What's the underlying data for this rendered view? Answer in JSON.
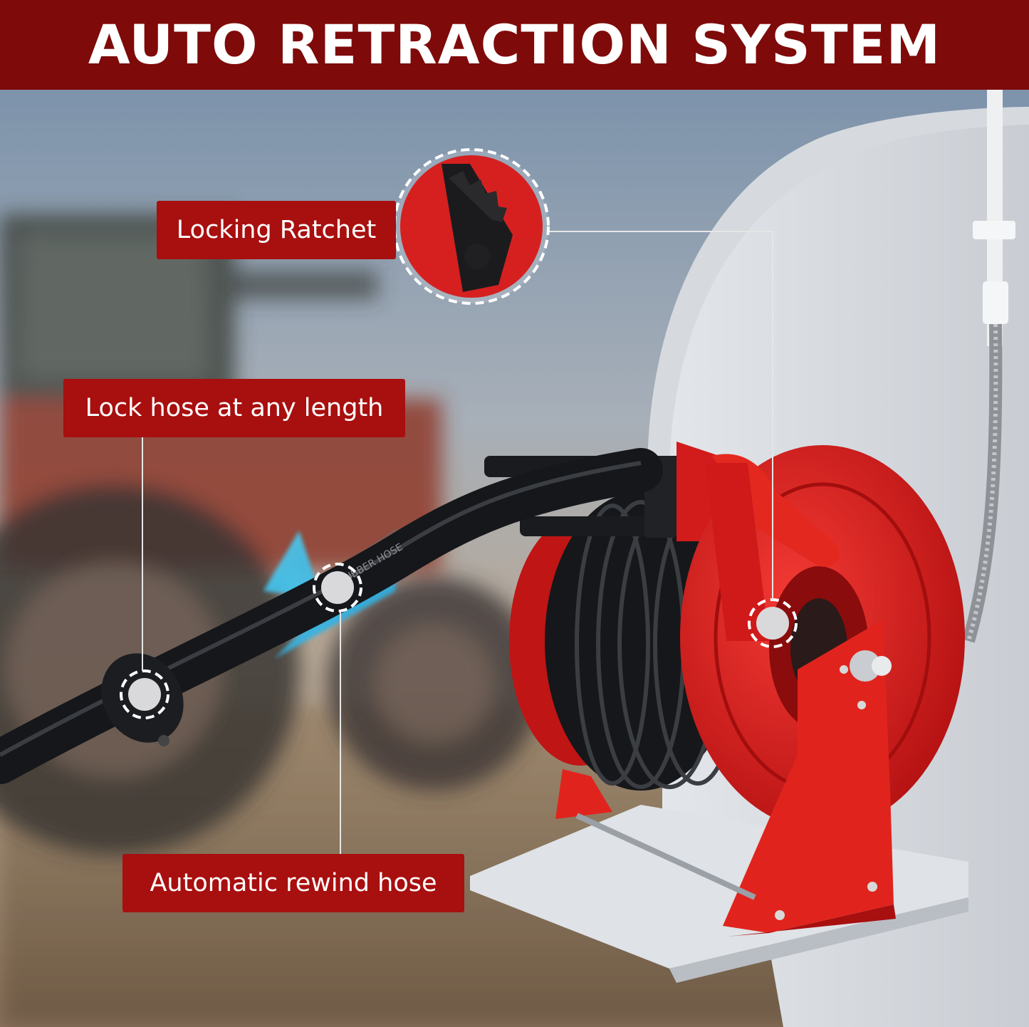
{
  "header": {
    "title": "AUTO RETRACTION SYSTEM"
  },
  "callouts": {
    "locking_ratchet": "Locking Ratchet",
    "lock_hose": "Lock hose at any length",
    "automatic_rewind": "Automatic rewind hose"
  },
  "hose_print": "OIL RUBBER HOSE",
  "colors": {
    "header_bg": "#7e0a0a",
    "callout_bg": "#a80f0f",
    "reel_red": "#d81b1b",
    "hose_black": "#1b1d21",
    "arrow_cyan": "#35b7e6"
  }
}
